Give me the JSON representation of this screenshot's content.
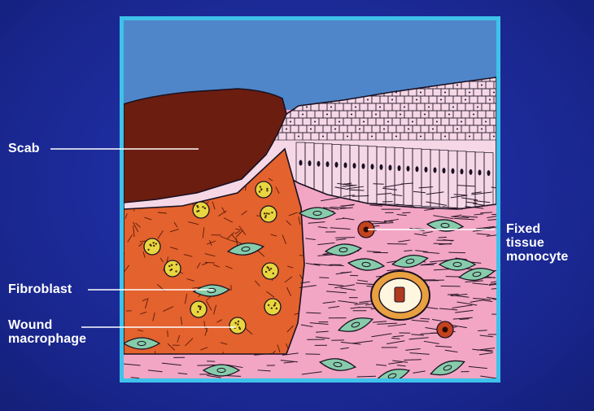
{
  "labels": {
    "scab": "Scab",
    "fibroblast": "Fibroblast",
    "wound_macrophage_line1": "Wound",
    "wound_macrophage_line2": "macrophage",
    "fixed_tissue_line1": "Fixed",
    "fixed_tissue_line2": "tissue",
    "fixed_tissue_line3": "monocyte"
  },
  "colors": {
    "background": "#1a2790",
    "frame_border": "#3ec2ea",
    "sky": "#4f86c9",
    "scab": "#6b1d10",
    "wound_tissue": "#e3622e",
    "dermis": "#f2a6c4",
    "epidermis": "#f5d7e6",
    "fibroblast": "#86ccab",
    "macrophage": "#e8d640",
    "monocyte": "#c4421e",
    "leader_line": "#ffffff"
  }
}
